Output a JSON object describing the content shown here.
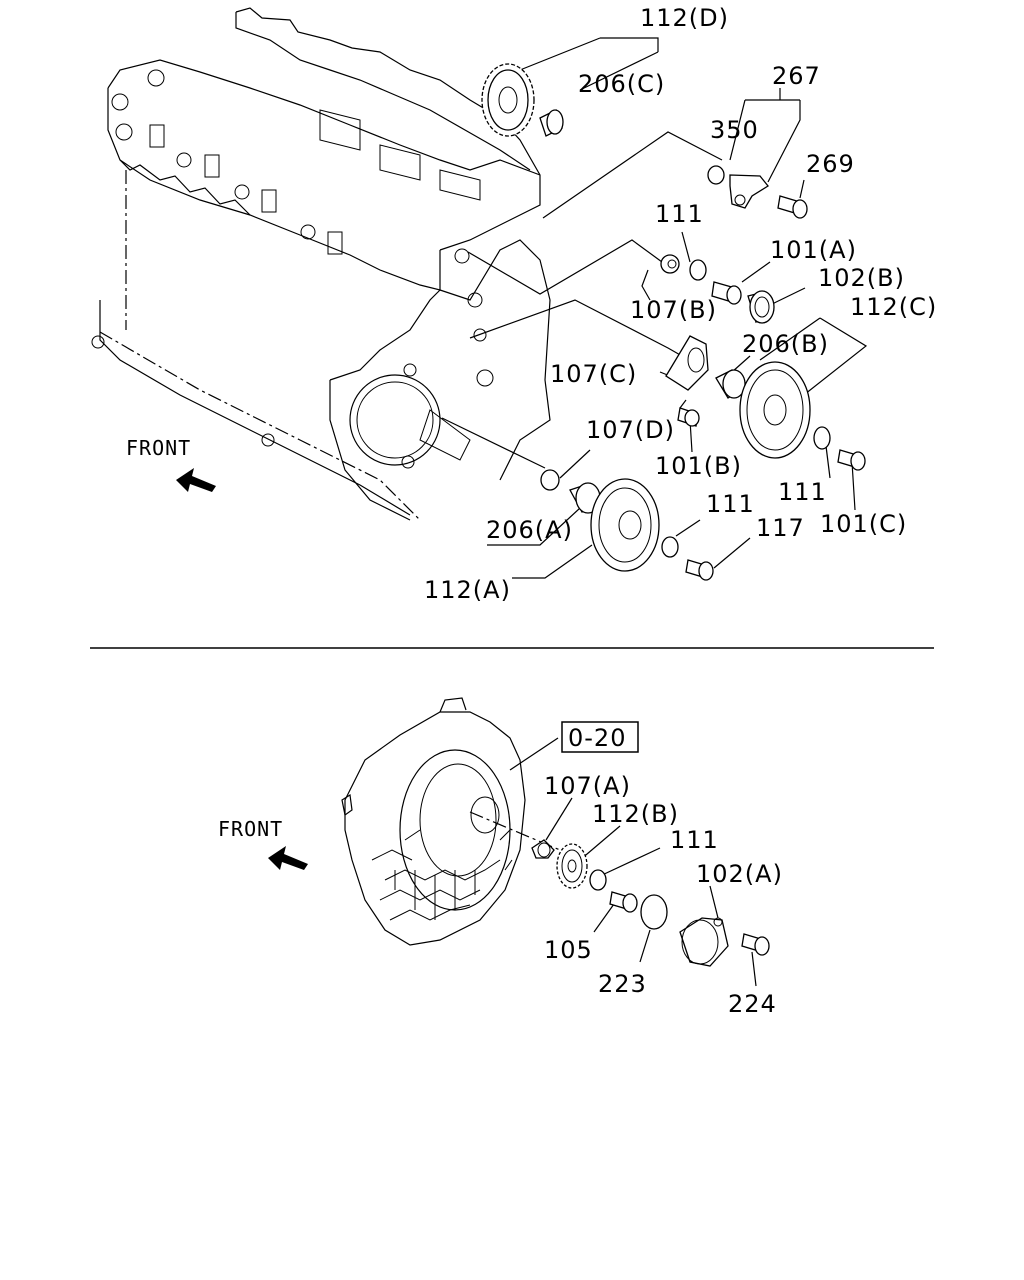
{
  "labels": {
    "p112d": "112(D)",
    "p206c": "206(C)",
    "p267": "267",
    "p350": "350",
    "p269": "269",
    "p111a": "111",
    "p101a": "101(A)",
    "p102b": "102(B)",
    "p107b": "107(B)",
    "p112c": "112(C)",
    "p206b": "206(B)",
    "p107c": "107(C)",
    "p107d": "107(D)",
    "p101b": "101(B)",
    "p111b": "111",
    "p101c": "101(C)",
    "p111c": "111",
    "p117": "117",
    "p206a": "206(A)",
    "p112a": "112(A)",
    "front_top": "FRONT",
    "front_bottom": "FRONT",
    "ref_box": "0-20",
    "p107a": "107(A)",
    "p112b": "112(B)",
    "p111d": "111",
    "p102a": "102(A)",
    "p105": "105",
    "p223": "223",
    "p224": "224"
  }
}
